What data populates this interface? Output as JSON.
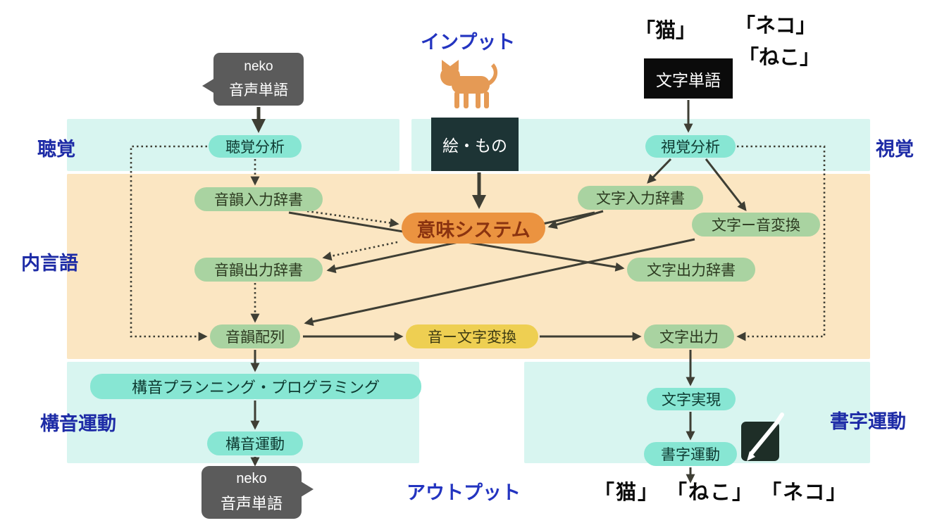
{
  "io": {
    "input_label": "インプット",
    "output_label": "アウトプット",
    "spoken_input_bubble": {
      "line1": "neko",
      "line2": "音声単語"
    },
    "spoken_output_bubble": {
      "line1": "neko",
      "line2": "音声単語"
    },
    "written_input": {
      "kanji": "「猫」",
      "katakana": "「ネコ」",
      "hiragana": "「ねこ」",
      "box_label": "文字単語"
    },
    "picture_box_label": "絵・もの",
    "written_output_words": "「猫」 「ねこ」 「ネコ」"
  },
  "bands": {
    "auditory": "聴覚",
    "visual": "視覚",
    "inner_language": "内言語",
    "articulation": "構音運動",
    "writing": "書字運動"
  },
  "nodes": {
    "auditory_analysis": "聴覚分析",
    "visual_analysis": "視覚分析",
    "phonological_input_lexicon": "音韻入力辞書",
    "semantic_system": "意味システム",
    "orthographic_input_lexicon": "文字入力辞書",
    "letter_to_sound_conversion": "文字ー音変換",
    "phonological_output_lexicon": "音韻出力辞書",
    "orthographic_output_lexicon": "文字出力辞書",
    "phoneme_assembly": "音韻配列",
    "sound_to_letter_conversion": "音ー文字変換",
    "letter_output": "文字出力",
    "articulatory_planning": "構音プランニング・プログラミング",
    "articulatory_movement": "構音運動",
    "letter_realization": "文字実現",
    "writing_movement": "書字運動"
  },
  "icons": {
    "cat": "cat-icon",
    "memo": "memo-pencil-icon"
  },
  "colors": {
    "band_cyan": "#d8f5f0",
    "band_tan": "#fbe6c2",
    "pill_teal": "#87e6d3",
    "pill_green": "#a9d3a1",
    "pill_orange": "#eb9340",
    "pill_yellow": "#eecf52",
    "label_blue": "#1d2ba6",
    "io_blue": "#2334c0",
    "arrow": "#3e3e34",
    "bubble_gray": "#5b5b5b",
    "black_box": "#0b0b0b",
    "picture_box": "#1d3435"
  }
}
